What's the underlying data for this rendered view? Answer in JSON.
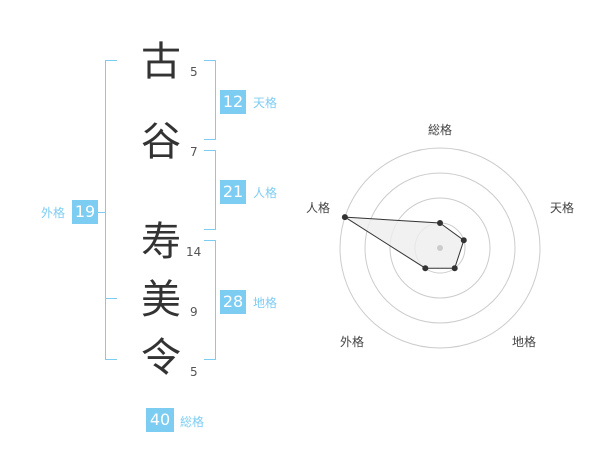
{
  "name": {
    "characters": [
      {
        "char": "古",
        "strokes": "5"
      },
      {
        "char": "谷",
        "strokes": "7"
      },
      {
        "char": "寿",
        "strokes": "14"
      },
      {
        "char": "美",
        "strokes": "9"
      },
      {
        "char": "令",
        "strokes": "5"
      }
    ]
  },
  "fortunes": {
    "tenkaku": {
      "value": "12",
      "label": "天格"
    },
    "jinkaku": {
      "value": "21",
      "label": "人格"
    },
    "chikaku": {
      "value": "28",
      "label": "地格"
    },
    "gaikaku": {
      "value": "19",
      "label": "外格"
    },
    "soukaku": {
      "value": "40",
      "label": "総格"
    }
  },
  "chart_data": {
    "type": "radar",
    "axes": [
      "総格",
      "天格",
      "地格",
      "外格",
      "人格"
    ],
    "values": [
      1,
      1,
      1,
      1,
      4
    ],
    "range": [
      0,
      4
    ],
    "rings": 4,
    "colors": {
      "grid": "#cccccc",
      "line": "#333333",
      "fill": "#eeeeee",
      "point": "#333333",
      "center": "#cccccc"
    }
  },
  "colors": {
    "accent": "#7dcdf3",
    "text": "#333333"
  }
}
